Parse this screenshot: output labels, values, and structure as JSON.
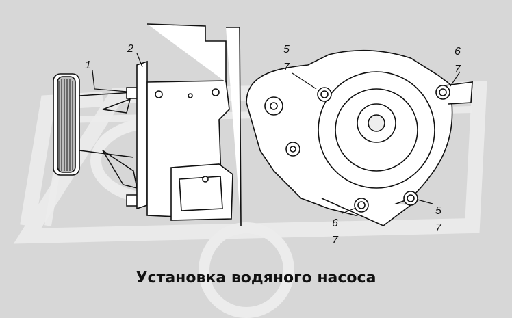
{
  "caption": "Установка водяного насоса",
  "callouts": {
    "c1": "1",
    "c2": "2",
    "c5a": "5",
    "c7a": "7",
    "c6a": "6",
    "c7b": "7",
    "c5b": "5",
    "c7c": "7",
    "c6b": "6",
    "c7d": "7"
  },
  "watermark": "OPEX"
}
